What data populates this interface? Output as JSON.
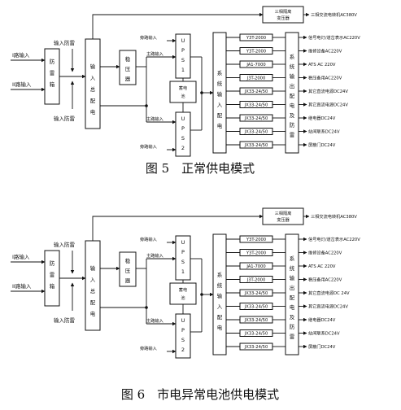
{
  "diagrams": [
    {
      "caption": "图 5　正常供电模式",
      "transformer": [
        "三相隔离",
        "变压器"
      ],
      "transformer_output": "三相交流电转机AC380V",
      "input_line_1": "I路输入",
      "input_line_2": "II路输入",
      "surge_box": [
        "防",
        "雷",
        "箱"
      ],
      "input_surge_top": "输入防雷",
      "input_surge_bottom": "输入防雷",
      "main_dist": [
        "输",
        "入",
        "总",
        "配",
        "电"
      ],
      "stabilizer": [
        "稳",
        "压",
        "器"
      ],
      "bypass_top": "旁路输入",
      "bypass_bottom": "旁路输入",
      "main_in_top": "主路输入",
      "main_in_bottom": "主路输入",
      "ups1": [
        "U",
        "P",
        "S",
        "1"
      ],
      "ups2": [
        "U",
        "P",
        "S",
        "2"
      ],
      "battery": [
        "蓄电",
        "池"
      ],
      "sys_in_dist": [
        "系",
        "统",
        "输",
        "入",
        "配",
        "电"
      ],
      "sys_out_dist": [
        "系",
        "统",
        "输",
        "出",
        "配",
        "电",
        "及",
        "防",
        "雷"
      ],
      "breakers": [
        "Y3T-2000",
        "Y3T-2000",
        "JA1-7000",
        "J3T-2000",
        "JX33-24/50",
        "JX33-24/50",
        "JX33-24/50",
        "JX33-24/50",
        "JX33-24/50"
      ],
      "loads": [
        "信号电灯/道岔表示AC220V",
        "维修设备AC220V",
        "ATS AC 220V",
        "稳压备用AC220V",
        "其它直流电源DC24V",
        "其它直流电源DC24V",
        "继电器DC24V",
        "站间联系DC24V",
        "屏蔽门DC24V"
      ]
    },
    {
      "caption": "图 6　市电异常电池供电模式",
      "transformer": [
        "三相隔离",
        "变压器"
      ],
      "transformer_output": "三相交流电转机AC380V",
      "input_line_1": "I路输入",
      "input_line_2": "II路输入",
      "surge_box": [
        "防",
        "雷",
        "箱"
      ],
      "input_surge_top": "输入防雷",
      "input_surge_bottom": "输入防雷",
      "main_dist": [
        "输",
        "入",
        "总",
        "配",
        "电"
      ],
      "stabilizer": [
        "稳",
        "压",
        "器"
      ],
      "bypass_top": "旁路输入",
      "bypass_bottom": "旁路输入",
      "main_in_top": "主路输入",
      "main_in_bottom": "主路输入",
      "ups1": [
        "U",
        "P",
        "S",
        "1"
      ],
      "ups2": [
        "U",
        "P",
        "S",
        "2"
      ],
      "battery": [
        "蓄电",
        "池"
      ],
      "sys_in_dist": [
        "系",
        "统",
        "输",
        "入",
        "配",
        "电"
      ],
      "sys_out_dist": [
        "系",
        "统",
        "输",
        "出",
        "配",
        "电",
        "及",
        "防",
        "雷"
      ],
      "breakers": [
        "Y3T-2000",
        "Y3T-2000",
        "JA1-7000",
        "J3T-2000",
        "JX33-24/50",
        "JX33-24/50",
        "JX33-24/50",
        "JX33-24/50",
        "JX33-24/50"
      ],
      "loads": [
        "信号电灯/道岔表示AC220V",
        "维修设备AC220V",
        "ATS AC 220V",
        "稳压备用AC220V",
        "其它直流电源DC 24V",
        "其它直流电源DC24V",
        "继电器DC24V",
        "站间联系DC24V",
        "屏蔽门DC24V"
      ]
    }
  ]
}
